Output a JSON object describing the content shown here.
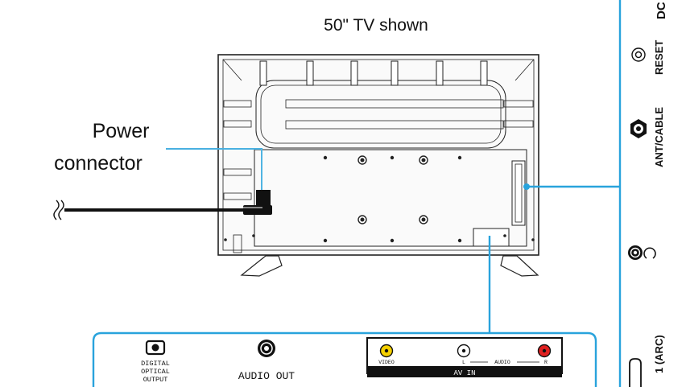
{
  "title": "50\" TV shown",
  "callout": {
    "line1": "Power",
    "line2": "connector"
  },
  "bottom_panel": {
    "digital_optical": [
      "DIGITAL",
      "OPTICAL",
      "OUTPUT"
    ],
    "audio_out": "AUDIO OUT",
    "av_in": {
      "label": "AV IN",
      "video": "VIDEO",
      "left": "L",
      "audio": "AUDIO",
      "right": "R"
    }
  },
  "side_panel": {
    "top_cut": "DC",
    "reset": "RESET",
    "ant_cable": "ANT/CABLE",
    "hdmi_arc": "1 (ARC)"
  },
  "colors": {
    "callout_line": "#29a3dc",
    "video_jack": "#f5d000",
    "audio_right_jack": "#e02020",
    "outline": "#222222"
  }
}
